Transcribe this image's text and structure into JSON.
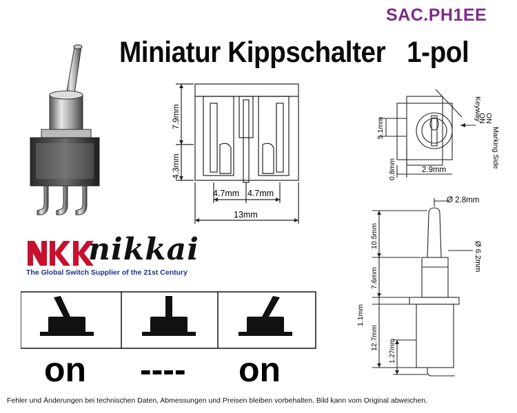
{
  "header": {
    "product_code": "SAC.PH1EE",
    "title": "Miniatur Kippschalter   1-pol"
  },
  "brand": {
    "logo_letters": "NKK",
    "name": "nikkai",
    "tagline": "The Global Switch Supplier of the 21st Century",
    "logo_color": "#c8102e",
    "tagline_color": "#1c2f8c"
  },
  "front_drawing": {
    "dim_height_upper": "7.9mm",
    "dim_height_lower": "4.3mm",
    "dim_pitch_left": "4.7mm",
    "dim_pitch_right": "4.7mm",
    "dim_width": "13mm"
  },
  "side_drawing": {
    "label_keyway": "Keyway",
    "label_on_top": "ON",
    "label_on_bottom": "ON",
    "label_marking_side": "Marking Side",
    "dim_51": "5.1mm",
    "dim_08": "0.8mm",
    "dim_29": "2.9mm"
  },
  "profile_drawing": {
    "dim_lever_dia": "Ø 2.8mm",
    "dim_bushing_dia": "Ø 6.2mm",
    "dim_105": "10.5mm",
    "dim_76": "7.6mm",
    "dim_11": "1.1mm",
    "dim_127": "12.7mm",
    "dim_127b": "1.27mm"
  },
  "positions": {
    "left": "on",
    "center": "----",
    "right": "on"
  },
  "footer": {
    "disclaimer": "Fehler und Änderungen bei technischen Daten, Abmessungen und Preisen bleiben vorbehalten. Bild kann vom Original abweichen."
  }
}
